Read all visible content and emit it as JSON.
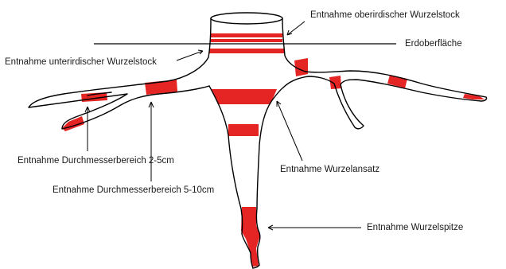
{
  "labels": {
    "oberirdisch": "Entnahme oberirdischer Wurzelstock",
    "erdoberflaeche": "Erdoberfläche",
    "unterirdisch": "Entnahme unterirdischer Wurzelstock",
    "durchmesser_2_5": "Entnahme Durchmesserbereich 2-5cm",
    "durchmesser_5_10": "Entnahme Durchmesserbereich 5-10cm",
    "wurzelansatz": "Entnahme Wurzelansatz",
    "wurzelspitze": "Entnahme Wurzelspitze"
  },
  "colors": {
    "sample": "#e52424",
    "outline": "#000000",
    "text": "#1a1a1a",
    "background": "#ffffff"
  }
}
